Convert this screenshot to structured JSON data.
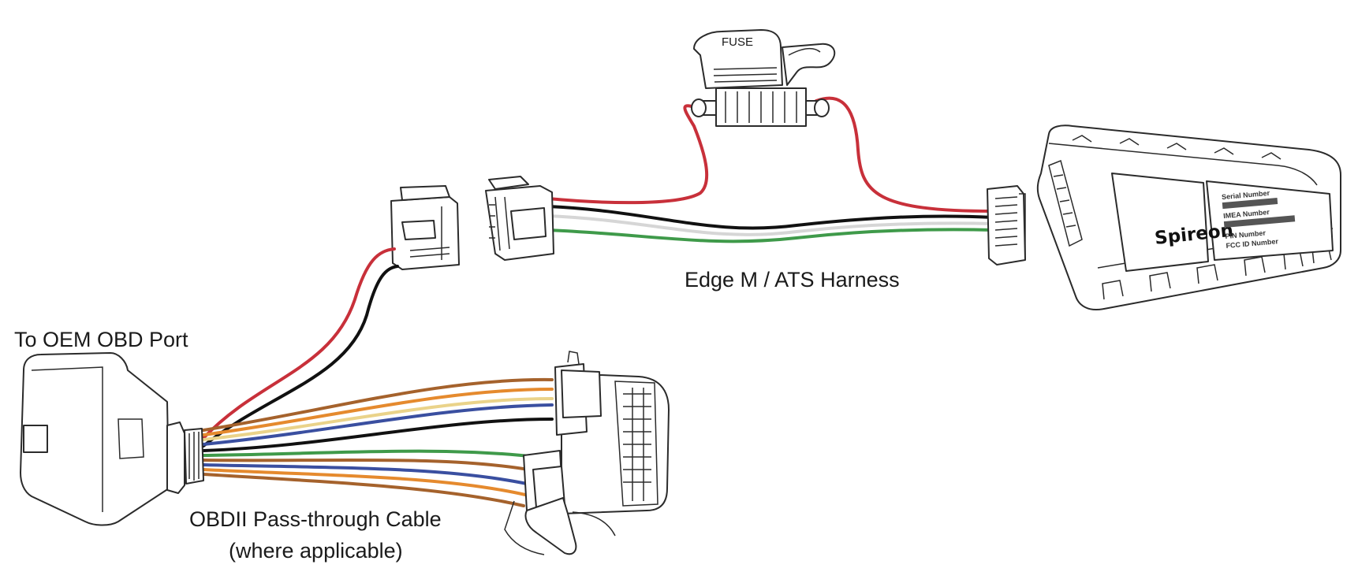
{
  "labels": {
    "fuse": "FUSE",
    "harness": "Edge M / ATS Harness",
    "oem_port": "To OEM OBD Port",
    "passthrough_line1": "OBDII Pass-through Cable",
    "passthrough_line2": "(where applicable)"
  },
  "device": {
    "brand": "Spireon",
    "sticker_lines": [
      "Serial Number",
      "IMEA Number",
      "PIN Number",
      "FCC ID Number"
    ]
  },
  "colors": {
    "red": "#c8303a",
    "black": "#111111",
    "white": "#d6d6d6",
    "green": "#3f9a4a",
    "brown": "#a5622c",
    "orange": "#e58a2e",
    "yellow": "#ead38a",
    "blue": "#3a4fa0",
    "outline": "#2b2b2b"
  }
}
